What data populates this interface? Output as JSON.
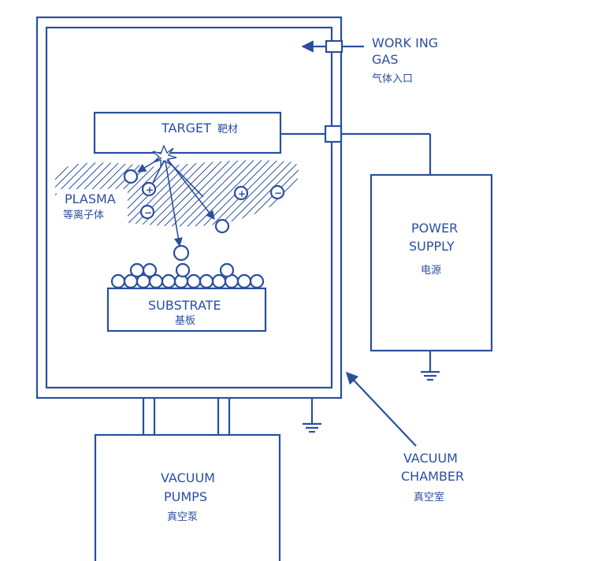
{
  "labels": {
    "working_gas_line1": "WORK ING",
    "working_gas_line2": "GAS",
    "working_gas_cn": "气体入口",
    "target": "TARGET",
    "target_cn": "靶材",
    "plasma": "PLASMA",
    "plasma_cn": "等离子体",
    "substrate": "SUBSTRATE",
    "substrate_cn": "基板",
    "power_supply_line1": "POWER",
    "power_supply_line2": "SUPPLY",
    "power_supply_cn": "电源",
    "vacuum_chamber_line1": "VACUUM",
    "vacuum_chamber_line2": "CHAMBER",
    "vacuum_chamber_cn": "真空室",
    "vacuum_pumps_line1": "VACUUM",
    "vacuum_pumps_line2": "PUMPS",
    "vacuum_pumps_cn": "真空泵"
  },
  "ion_symbols": {
    "plus": "+",
    "minus": "−"
  },
  "colors": {
    "ink": "#2a4f9e",
    "background": "#ffffff"
  }
}
